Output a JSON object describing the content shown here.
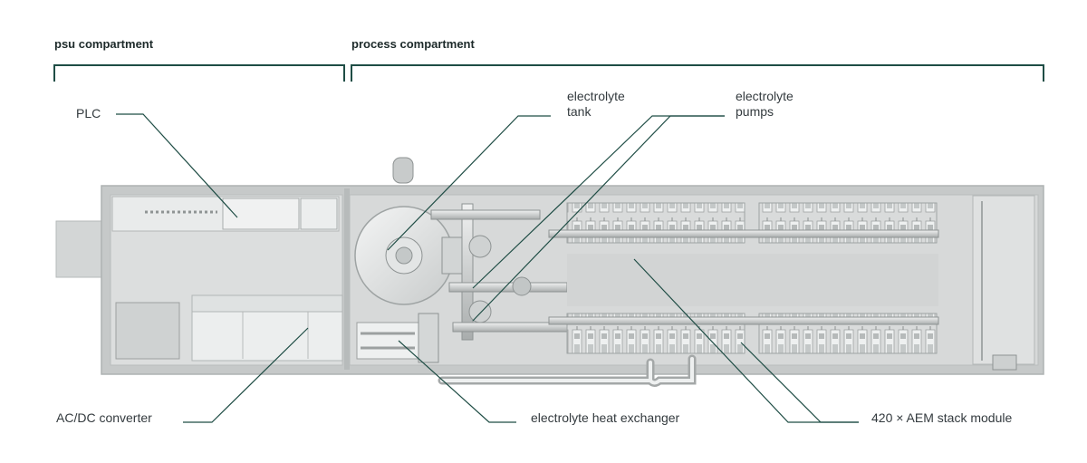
{
  "sections": {
    "psu": "psu compartment",
    "process": "process compartment"
  },
  "labels": {
    "plc": "PLC",
    "tank_line1": "electrolyte",
    "tank_line2": "tank",
    "pumps_line1": "electrolyte",
    "pumps_line2": "pumps",
    "converter": "AC/DC converter",
    "heat_exchanger": "electrolyte heat exchanger",
    "stack": "420 × AEM stack module"
  },
  "colors": {
    "bracket": "#1f4d45",
    "leader": "#1f4d45",
    "housing": "#c9cccc",
    "interior": "#dfe1e1"
  }
}
